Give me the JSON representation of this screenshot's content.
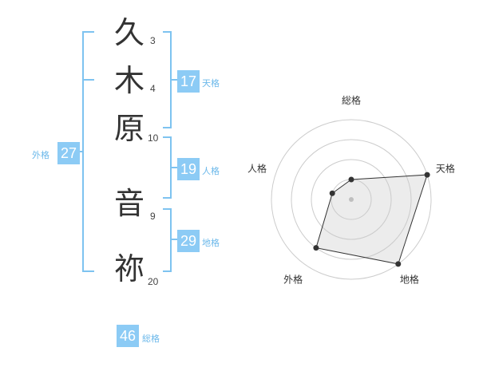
{
  "name": {
    "chars": [
      {
        "char": "久",
        "strokes": "3"
      },
      {
        "char": "木",
        "strokes": "4"
      },
      {
        "char": "原",
        "strokes": "10"
      },
      {
        "char": "音",
        "strokes": "9"
      },
      {
        "char": "祢",
        "strokes": "20"
      }
    ]
  },
  "fortunes": {
    "tenkaku": {
      "value": "17",
      "label": "天格"
    },
    "jinkaku": {
      "value": "19",
      "label": "人格"
    },
    "chikaku": {
      "value": "29",
      "label": "地格"
    },
    "gaikaku": {
      "value": "27",
      "label": "外格"
    },
    "soukaku": {
      "value": "46",
      "label": "総格"
    }
  },
  "colors": {
    "accent": "#8ccbf5",
    "line": "#6bb8ea"
  },
  "chart_data": {
    "type": "radar",
    "axes": [
      "総格",
      "天格",
      "地格",
      "外格",
      "人格"
    ],
    "values": [
      1,
      4,
      4,
      3,
      1
    ],
    "max": 4,
    "rings": 4
  }
}
